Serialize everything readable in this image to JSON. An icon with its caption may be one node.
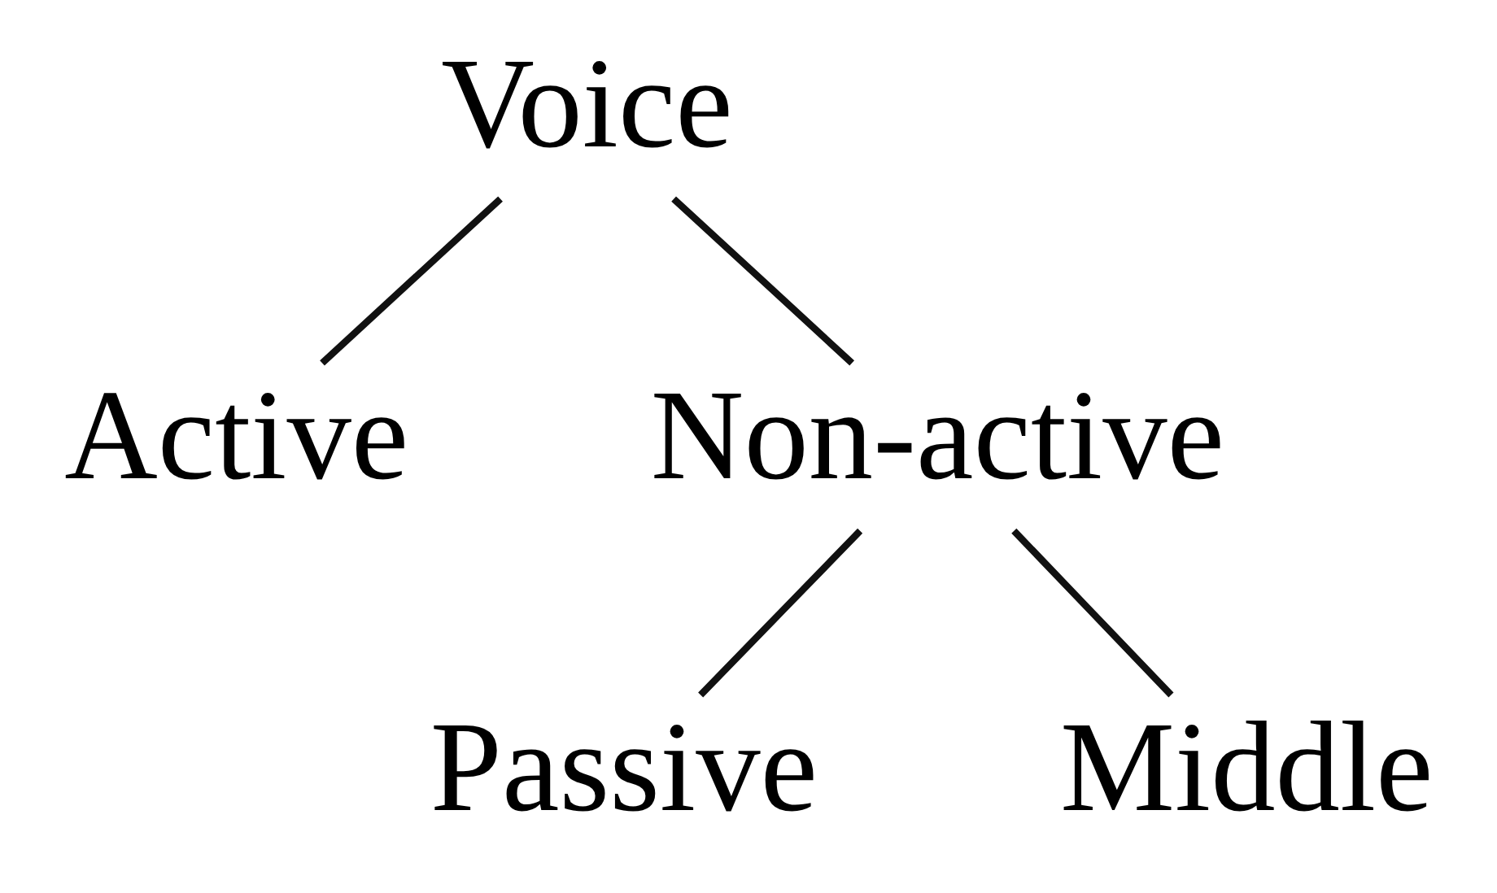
{
  "diagram": {
    "nodes": [
      {
        "text": [
          "Voice"
        ]
      },
      {
        "text": [
          "Active"
        ]
      },
      {
        "text": [
          "Non-active"
        ]
      },
      {
        "text": [
          "Passive"
        ]
      },
      {
        "text": [
          "Middle"
        ]
      }
    ],
    "edges": [
      {
        "from": 0,
        "to": 1,
        "arrow": "none"
      },
      {
        "from": 0,
        "to": 2,
        "arrow": "none"
      },
      {
        "from": 2,
        "to": 3,
        "arrow": "none"
      },
      {
        "from": 2,
        "to": 4,
        "arrow": "none"
      }
    ]
  }
}
